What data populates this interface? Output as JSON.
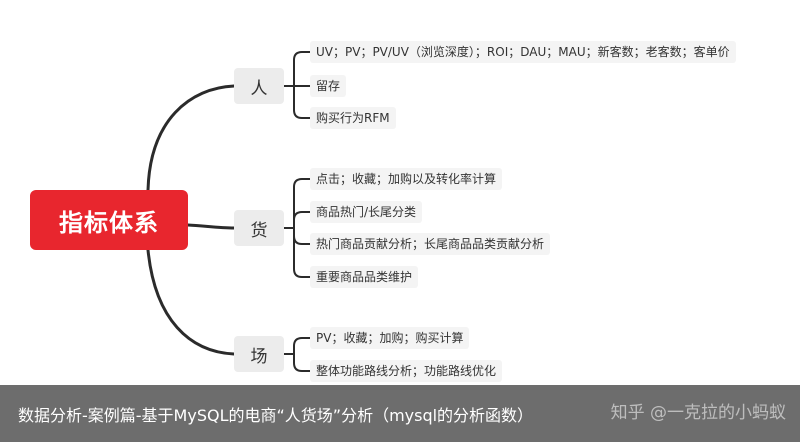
{
  "root": {
    "label": "指标体系"
  },
  "branches": [
    {
      "label": "人",
      "leaves": [
        "UV；PV；PV/UV（浏览深度）；ROI；DAU；MAU；新客数；老客数；客单价",
        "留存",
        "购买行为RFM"
      ]
    },
    {
      "label": "货",
      "leaves": [
        "点击；收藏；加购以及转化率计算",
        "商品热门/长尾分类",
        "热门商品贡献分析；长尾商品品类贡献分析",
        "重要商品品类维护"
      ]
    },
    {
      "label": "场",
      "leaves": [
        "PV；收藏；加购；购买计算",
        "整体功能路线分析；功能路线优化"
      ]
    }
  ],
  "caption": "数据分析-案例篇-基于MySQL的电商“人货场”分析（mysql的分析函数）",
  "watermark": "知乎 @一克拉的小蚂蚁",
  "colors": {
    "root": "#e8262e",
    "line": "#2b2b2b",
    "branch_bg": "#ececec",
    "leaf_bg": "#f4f4f4"
  }
}
